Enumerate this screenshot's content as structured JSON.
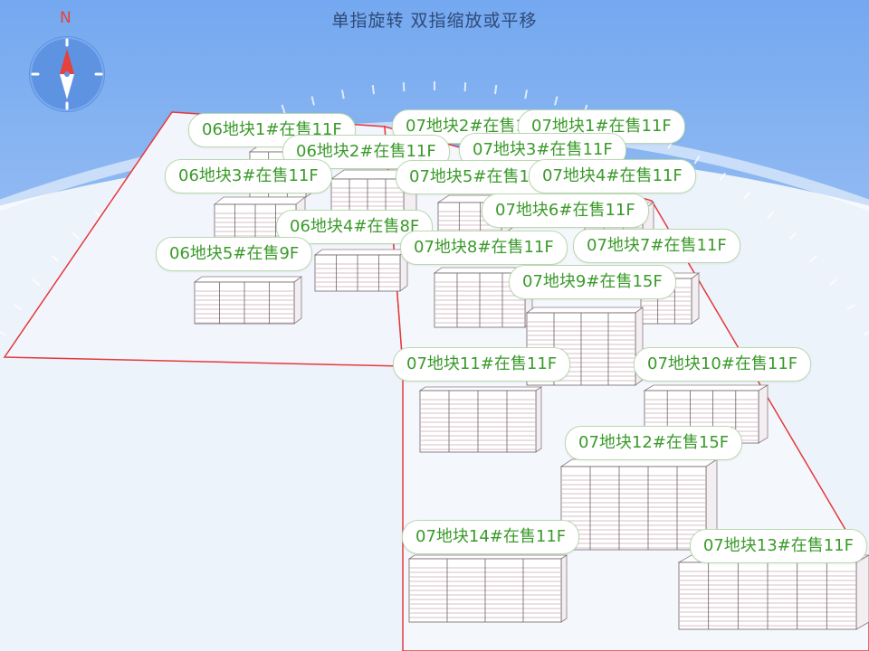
{
  "hint": "单指旋转 双指缩放或平移",
  "compass": {
    "north_label": "N",
    "icon": "compass-icon",
    "needle_north_color": "#e8403a",
    "needle_south_color": "#ffffff",
    "dial_color": "#5d93e0"
  },
  "colors": {
    "sky_top": "#7fb0f2",
    "sky_bottom": "#e9f1fb",
    "label_text": "#3a9a2a",
    "boundary_line": "#e4393c",
    "building_face": "#ffffff",
    "floor_lines": "#c9aeb8"
  },
  "labels": [
    "06地块1#在售11F",
    "07地块2#在售11F",
    "07地块1#在售11F",
    "06地块2#在售11F",
    "07地块3#在售11F",
    "06地块3#在售11F",
    "07地块5#在售11F",
    "07地块4#在售11F",
    "07地块6#在售11F",
    "06地块4#在售8F",
    "07地块8#在售11F",
    "07地块7#在售11F",
    "06地块5#在售9F",
    "07地块9#在售15F",
    "07地块11#在售11F",
    "07地块10#在售11F",
    "07地块12#在售15F",
    "07地块14#在售11F",
    "07地块13#在售11F"
  ]
}
